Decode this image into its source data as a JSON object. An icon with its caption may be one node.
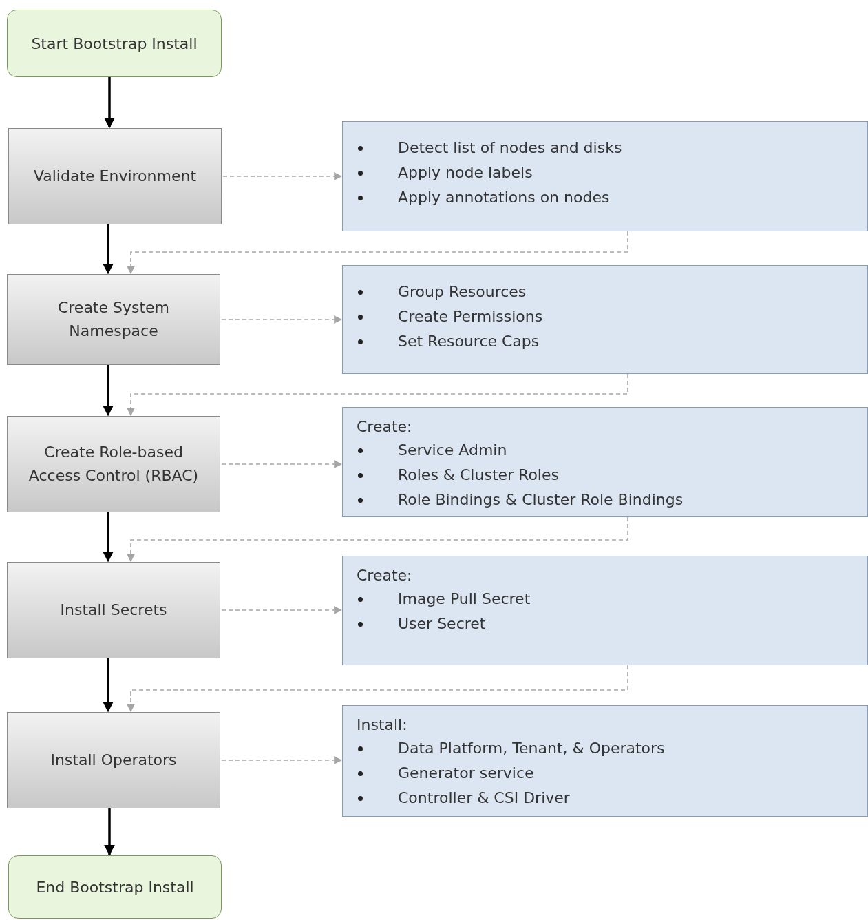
{
  "diagram": {
    "nodes": [
      {
        "text": [
          "Start Bootstrap Install"
        ]
      },
      {
        "text": [
          "Validate Environment"
        ]
      },
      {
        "text": [
          "Create System Namespace"
        ]
      },
      {
        "text": [
          "Create Role-based Access Control (RBAC)"
        ]
      },
      {
        "text": [
          "Install Secrets"
        ]
      },
      {
        "text": [
          "Install Operators"
        ]
      },
      {
        "text": [
          "End Bootstrap Install"
        ]
      },
      {
        "text": [
          "Detect list of nodes and disks",
          "Apply node labels",
          "Apply annotations on nodes"
        ]
      },
      {
        "text": [
          "Group Resources",
          "Create Permissions",
          "Set Resource Caps"
        ]
      },
      {
        "text": [
          "Create:",
          "Service Admin",
          "Roles & Cluster Roles",
          "Role Bindings & Cluster Role Bindings"
        ]
      },
      {
        "text": [
          "Create:",
          "Image Pull Secret",
          "User Secret"
        ]
      },
      {
        "text": [
          "Install:",
          "Data Platform, Tenant, & Operators",
          "Generator service",
          "Controller & CSI Driver"
        ]
      }
    ],
    "edges": [
      {
        "from": 0,
        "to": 1,
        "arrow": "to",
        "color": "#000000"
      },
      {
        "from": 1,
        "to": 2,
        "arrow": "to",
        "color": "#000000"
      },
      {
        "from": 2,
        "to": 3,
        "arrow": "to",
        "color": "#000000"
      },
      {
        "from": 3,
        "to": 4,
        "arrow": "to",
        "color": "#000000"
      },
      {
        "from": 4,
        "to": 5,
        "arrow": "to",
        "color": "#000000"
      },
      {
        "from": 5,
        "to": 6,
        "arrow": "to",
        "color": "#000000"
      },
      {
        "from": 1,
        "to": 7,
        "arrow": "to",
        "style": "dashed"
      },
      {
        "from": 2,
        "to": 8,
        "arrow": "to",
        "style": "dashed"
      },
      {
        "from": 3,
        "to": 9,
        "arrow": "to",
        "style": "dashed"
      },
      {
        "from": 4,
        "to": 10,
        "arrow": "to",
        "style": "dashed"
      },
      {
        "from": 5,
        "to": 11,
        "arrow": "to",
        "style": "dashed"
      },
      {
        "from": 7,
        "to": 2,
        "arrow": "to",
        "style": "dashed"
      },
      {
        "from": 8,
        "to": 3,
        "arrow": "to",
        "style": "dashed"
      },
      {
        "from": 9,
        "to": 4,
        "arrow": "to",
        "style": "dashed"
      },
      {
        "from": 10,
        "to": 5,
        "arrow": "to",
        "style": "dashed"
      }
    ]
  }
}
